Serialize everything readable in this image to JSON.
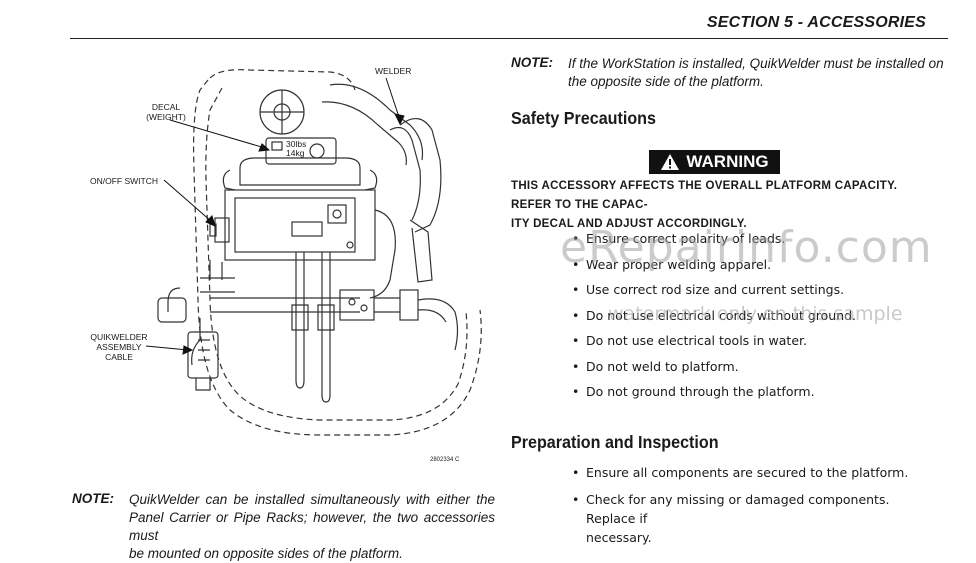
{
  "header": {
    "section": "SECTION 5 - ACCESSORIES"
  },
  "note_top": {
    "label": "NOTE:",
    "line1": "If the WorkStation is installed, QuikWelder must be installed on",
    "line2": "the opposite side of the platform."
  },
  "safety": {
    "heading": "Safety Precautions",
    "warning_label": "WARNING",
    "warning_line1": "THIS ACCESSORY AFFECTS THE OVERALL PLATFORM CAPACITY. REFER TO THE CAPAC-",
    "warning_line2": "ITY DECAL AND ADJUST ACCORDINGLY.",
    "items": [
      "Ensure correct polarity of leads.",
      "Wear proper welding apparel.",
      "Use correct rod size and current settings.",
      "Do not use electrical cords without ground.",
      "Do not use electrical tools in water.",
      "Do not weld to platform.",
      "Do not ground through the platform."
    ]
  },
  "prep": {
    "heading": "Preparation and Inspection",
    "items": [
      "Ensure all components are secured to the platform.",
      "Check for any missing or damaged components. Replace if"
    ],
    "item2_cont": "necessary."
  },
  "note_bottom": {
    "label": "NOTE:",
    "line1": "QuikWelder can be installed simultaneously with either the",
    "line2": "Panel Carrier or Pipe Racks; however, the two accessories must",
    "line3": "be mounted on opposite sides of the platform."
  },
  "diagram": {
    "welder": "WELDER",
    "decal_line1": "DECAL",
    "decal_line2": "(WEIGHT)",
    "switch": "ON/OFF SWITCH",
    "cable_line1": "QUIKWELDER",
    "cable_line2": "ASSEMBLY",
    "cable_line3": "CABLE",
    "decal_weight1": "30lbs",
    "decal_weight2": "14kg",
    "part_number": "2802334 C"
  },
  "watermark": {
    "main": "eRepairinfo.com",
    "sub": "watermark only on this sample"
  }
}
